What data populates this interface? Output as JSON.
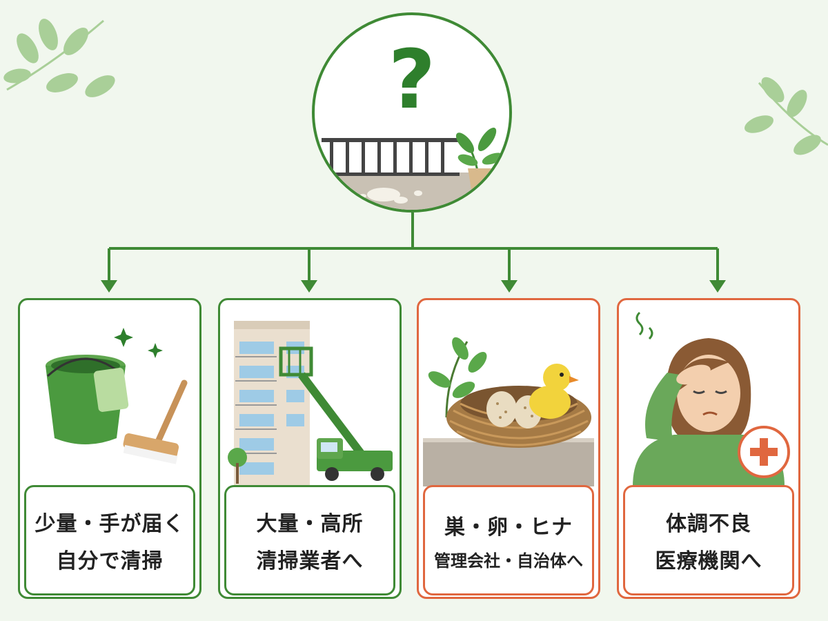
{
  "top": {
    "symbol": "?",
    "icon": "balcony-with-bird-droppings"
  },
  "colors": {
    "green": "#3f8a35",
    "orange": "#e0673f",
    "background": "#f1f7ee"
  },
  "cards": [
    {
      "icon": "bucket-and-brush-icon",
      "lines": [
        "少量・手が届く",
        "自分で清掃"
      ],
      "border": "green"
    },
    {
      "icon": "building-and-aerial-lift-icon",
      "lines": [
        "大量・高所",
        "清掃業者へ"
      ],
      "border": "green"
    },
    {
      "icon": "nest-with-eggs-and-chick-icon",
      "lines": [
        "巣・卵・ヒナ",
        "管理会社・自治体へ"
      ],
      "border": "orange"
    },
    {
      "icon": "sick-person-medical-icon",
      "lines": [
        "体調不良",
        "医療機関へ"
      ],
      "border": "orange"
    }
  ]
}
